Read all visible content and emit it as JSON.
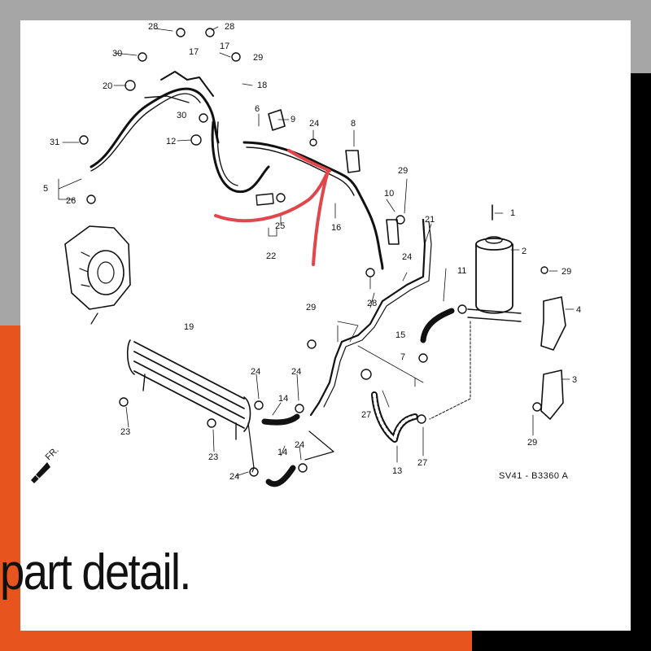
{
  "diagram": {
    "code": "SV41 - B3360 A",
    "fr_label": "FR.",
    "callouts": [
      "1",
      "2",
      "3",
      "4",
      "5",
      "6",
      "7",
      "8",
      "9",
      "10",
      "11",
      "12",
      "13",
      "14",
      "15",
      "16",
      "17",
      "18",
      "19",
      "20",
      "21",
      "22",
      "23",
      "24",
      "25",
      "26",
      "27",
      "28",
      "29",
      "30",
      "31"
    ],
    "highlight_color": "#e0474c"
  },
  "caption": "part detail.",
  "colors": {
    "frame_gray": "#a6a6a6",
    "frame_orange": "#e8541e",
    "frame_black": "#000000",
    "panel": "#ffffff"
  }
}
